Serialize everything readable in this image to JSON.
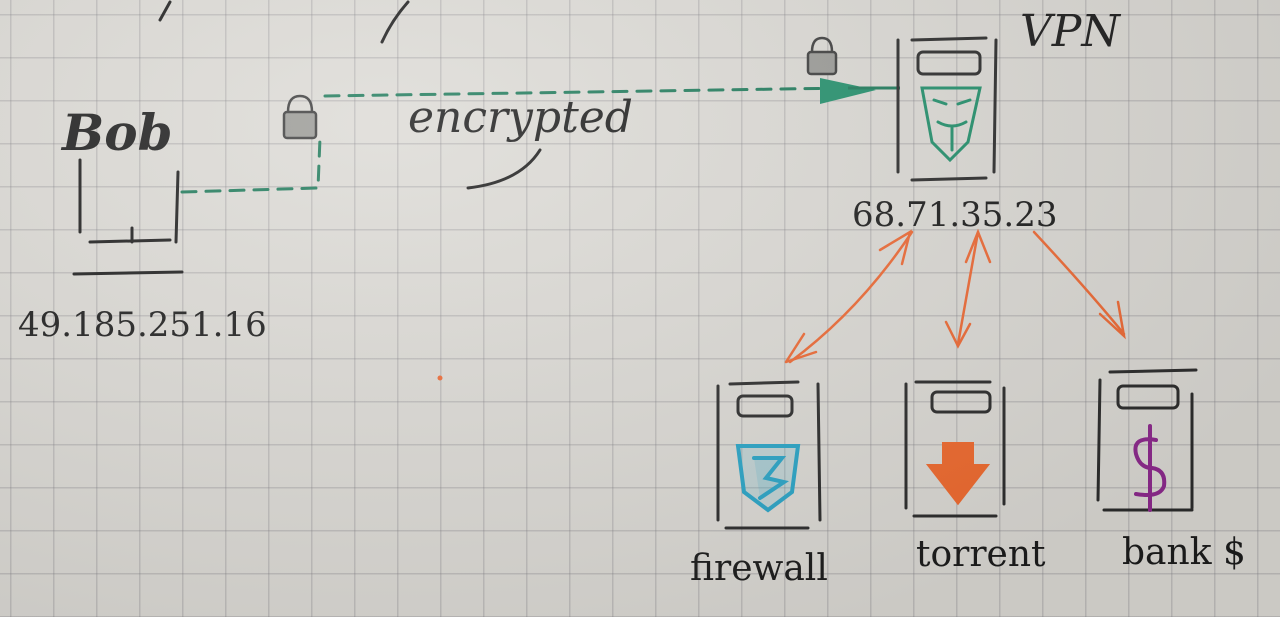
{
  "client": {
    "name": "Bob",
    "ip": "49.185.251.16"
  },
  "tunnel": {
    "label": "encrypted"
  },
  "vpn": {
    "label": "VPN",
    "ip": "68.71.35.23"
  },
  "destinations": [
    {
      "label": "firewall",
      "icon": "shield-icon",
      "color": "#2aa5c7"
    },
    {
      "label": "torrent",
      "icon": "download-arrow-icon",
      "color": "#f06a2e"
    },
    {
      "label": "bank $",
      "icon": "dollar-icon",
      "color": "#8e2a8e"
    }
  ],
  "colors": {
    "ink": "#1c1c1c",
    "tunnel": "#1e7a5a",
    "vpn_mask": "#23906c",
    "links": "#ee6a35"
  }
}
